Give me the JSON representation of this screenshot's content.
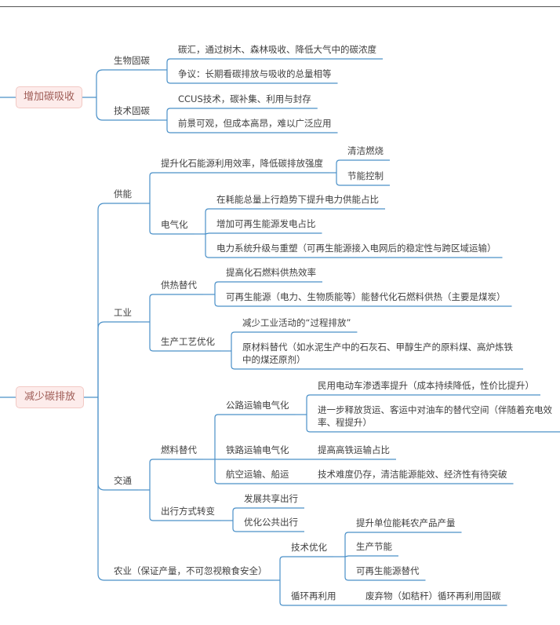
{
  "roots": [
    {
      "id": "r1",
      "label": "增加碳吸收"
    },
    {
      "id": "r2",
      "label": "减少碳排放"
    }
  ],
  "nodes": [
    {
      "id": "n_swgt",
      "label": "生物固碳"
    },
    {
      "id": "n_swgt1",
      "label": "碳汇，通过树木、森林吸收、降低大气中的碳浓度"
    },
    {
      "id": "n_swgt2",
      "label": "争议：长期看碳排放与吸收的总量相等"
    },
    {
      "id": "n_jsgt",
      "label": "技术固碳"
    },
    {
      "id": "n_jsgt1",
      "label": "CCUS技术，碳补集、利用与封存"
    },
    {
      "id": "n_jsgt2",
      "label": "前景可观，但成本高昂，难以广泛应用"
    },
    {
      "id": "n_gn",
      "label": "供能"
    },
    {
      "id": "n_gn1",
      "label": "提升化石能源利用效率，降低碳排放强度"
    },
    {
      "id": "n_gn1a",
      "label": "清洁燃烧"
    },
    {
      "id": "n_gn1b",
      "label": "节能控制"
    },
    {
      "id": "n_dqh",
      "label": "电气化"
    },
    {
      "id": "n_dqh1",
      "label": "在耗能总量上行趋势下提升电力供能占比"
    },
    {
      "id": "n_dqh2",
      "label": "增加可再生能源发电占比"
    },
    {
      "id": "n_dqh3",
      "label": "电力系统升级与重塑（可再生能源接入电网后的稳定性与跨区域运输）"
    },
    {
      "id": "n_gy",
      "label": "工业"
    },
    {
      "id": "n_grtd",
      "label": "供热替代"
    },
    {
      "id": "n_grtd1",
      "label": "提高化石燃料供热效率"
    },
    {
      "id": "n_grtd2",
      "label": "可再生能源（电力、生物质能等）能替代化石燃料供热（主要是煤炭）"
    },
    {
      "id": "n_scgy",
      "label": "生产工艺优化"
    },
    {
      "id": "n_scgy1",
      "label": "减少工业活动的“过程排放”"
    },
    {
      "id": "n_scgy2",
      "label": "原材料替代（如水泥生产中的石灰石、甲醇生产的原料煤、高炉炼铁中的煤还原剂）"
    },
    {
      "id": "n_jt",
      "label": "交通"
    },
    {
      "id": "n_rltd",
      "label": "燃料替代"
    },
    {
      "id": "n_glys",
      "label": "公路运输电气化"
    },
    {
      "id": "n_glys1",
      "label": "民用电动车渗透率提升（成本持续降低，性价比提升）"
    },
    {
      "id": "n_glys2",
      "label": "进一步释放货运、客运中对油车的替代空间（伴随着充电效率、程提升）"
    },
    {
      "id": "n_tlys",
      "label": "铁路运输电气化"
    },
    {
      "id": "n_tlys1",
      "label": "提高高铁运输占比"
    },
    {
      "id": "n_hkys",
      "label": "航空运输、船运"
    },
    {
      "id": "n_hkys1",
      "label": "技术难度仍存，清洁能源能效、经济性有待突破"
    },
    {
      "id": "n_cxfs",
      "label": "出行方式转变"
    },
    {
      "id": "n_cxfs1",
      "label": "发展共享出行"
    },
    {
      "id": "n_cxfs2",
      "label": "优化公共出行"
    },
    {
      "id": "n_ny",
      "label": "农业（保证产量，不可忽视粮食安全）"
    },
    {
      "id": "n_jsyh",
      "label": "技术优化"
    },
    {
      "id": "n_jsyh1",
      "label": "提升单位能耗农产品产量"
    },
    {
      "id": "n_jsyh2",
      "label": "生产节能"
    },
    {
      "id": "n_jsyh3",
      "label": "可再生能源替代"
    },
    {
      "id": "n_xhzly",
      "label": "循环再利用"
    },
    {
      "id": "n_xhzly1",
      "label": "废弃物（如秸秆）循环再利用固碳"
    }
  ],
  "colors": {
    "line": "#4a90c8",
    "root_fill": "#fdeceb",
    "root_border": "#f2c9c4",
    "root_text": "#9e5b55",
    "text": "#404040"
  }
}
